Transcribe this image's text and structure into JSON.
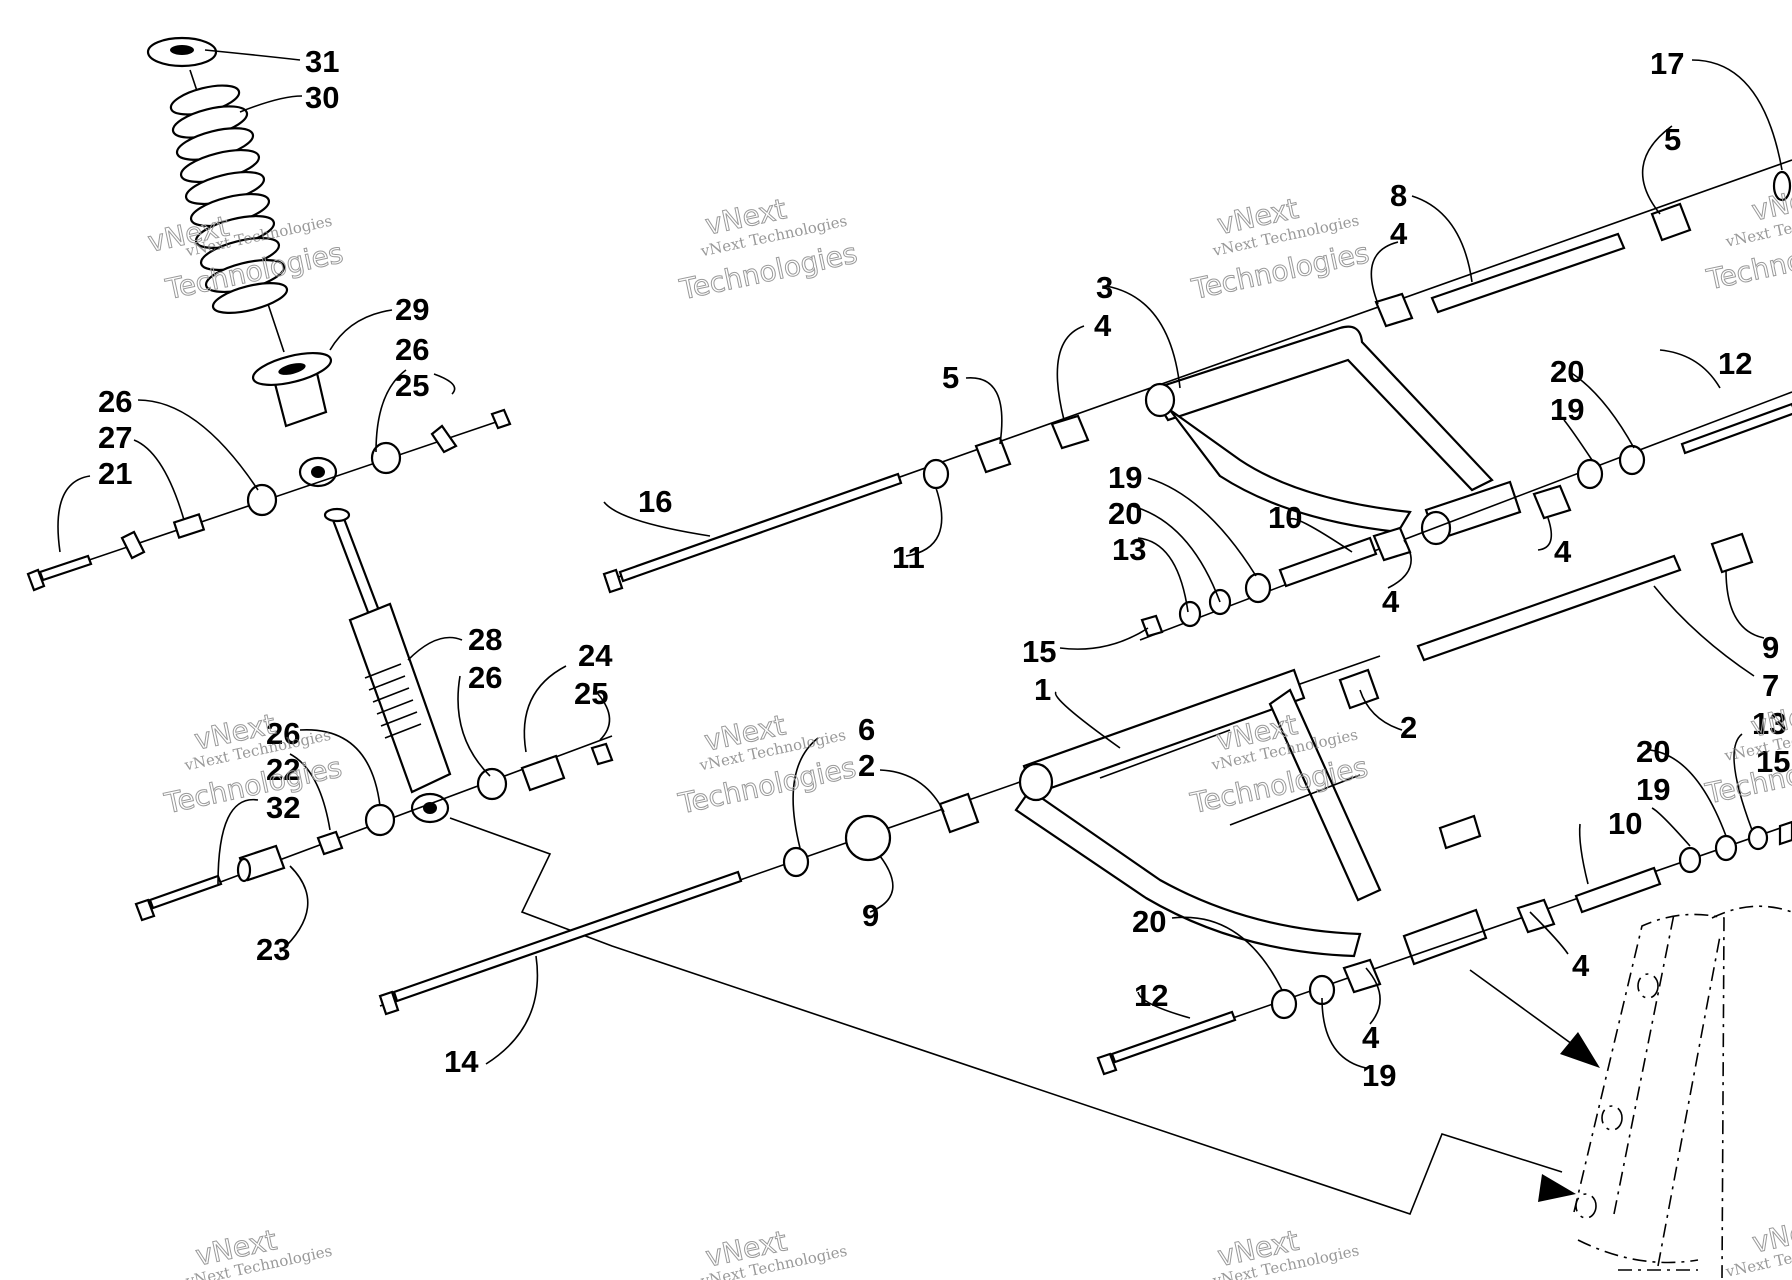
{
  "callouts": {
    "c1": "1",
    "c2a": "2",
    "c2b": "2",
    "c3": "3",
    "c4a": "4",
    "c4b": "4",
    "c4c": "4",
    "c4d": "4",
    "c4e": "4",
    "c4f": "4",
    "c5a": "5",
    "c5b": "5",
    "c6": "6",
    "c7": "7",
    "c8": "8",
    "c9a": "9",
    "c9b": "9",
    "c10a": "10",
    "c10b": "10",
    "c11": "11",
    "c12a": "12",
    "c12b": "12",
    "c13a": "13",
    "c13b": "13",
    "c14": "14",
    "c15a": "15",
    "c15b": "15",
    "c16": "16",
    "c17": "17",
    "c19a": "19",
    "c19b": "19",
    "c19c": "19",
    "c19d": "19",
    "c20a": "20",
    "c20b": "20",
    "c20c": "20",
    "c20d": "20",
    "c21": "21",
    "c22": "22",
    "c23": "23",
    "c24": "24",
    "c25a": "25",
    "c25b": "25",
    "c26a": "26",
    "c26b": "26",
    "c26c": "26",
    "c26d": "26",
    "c27": "27",
    "c28": "28",
    "c29": "29",
    "c30": "30",
    "c31": "31",
    "c32": "32"
  },
  "watermark": {
    "line1": "vNext Technologies",
    "line2": "vNext",
    "line3": "Technologies"
  }
}
